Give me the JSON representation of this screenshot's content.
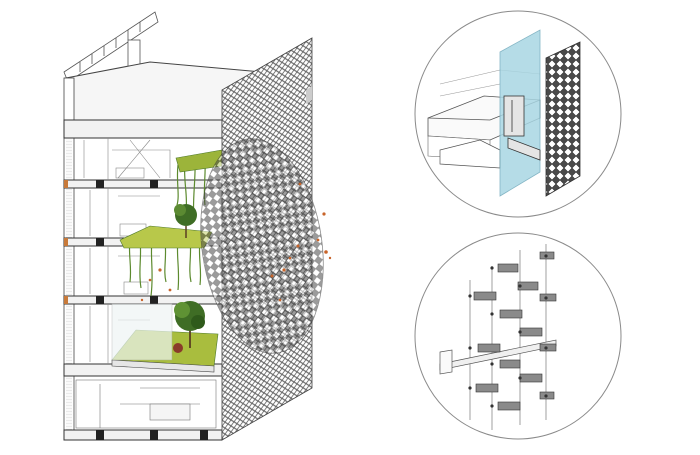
{
  "figure": {
    "panels": [
      {
        "id": "main-axonometric",
        "content": "building-section-with-perforated-facade-and-garden-terraces"
      },
      {
        "id": "detail-top",
        "content": "facade-panel-fixing-detail"
      },
      {
        "id": "detail-bottom",
        "content": "facade-mounting-brackets-exploded"
      }
    ],
    "colors": {
      "line": "#3a3a3a",
      "light_line": "#9a9a9a",
      "facade_mesh": "#6b6b6b",
      "glass": "#a9d6e3",
      "greenery_light": "#b6c24a",
      "greenery_dark": "#4f7a2c",
      "leaves_orange": "#c8642a",
      "floor_slab": "#f4f4f4",
      "circle_stroke": "#8a8a8a"
    }
  }
}
